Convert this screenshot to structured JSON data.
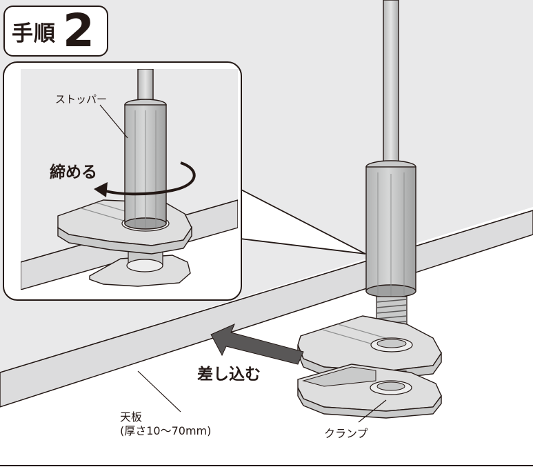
{
  "step": {
    "label": "手順",
    "number": "2"
  },
  "inset": {
    "stopper_label": "ストッパー",
    "action_label": "締める"
  },
  "main": {
    "insert_label": "差し込む",
    "tabletop_label": "天板",
    "tabletop_thickness": "(厚さ10〜70mm)",
    "clamp_label": "クランプ"
  },
  "colors": {
    "wall": "#e9e9ea",
    "board_top": "#dcdcdd",
    "part_light": "#dedede",
    "part_mid": "#c9caca",
    "part_dark": "#9fa0a0",
    "ink": "#231815",
    "arrow": "#595757"
  }
}
